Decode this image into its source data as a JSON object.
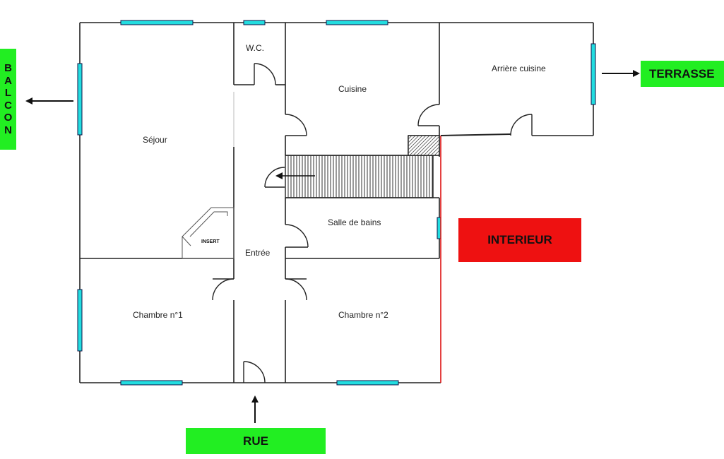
{
  "rooms": {
    "wc": "W.C.",
    "cuisine": "Cuisine",
    "arriere_cuisine": "Arrière cuisine",
    "sejour": "Séjour",
    "salle_de_bains": "Salle de bains",
    "entree": "Entrée",
    "chambre1": "Chambre n°1",
    "chambre2": "Chambre n°2",
    "insert": "INSERT"
  },
  "tags": {
    "balcon": [
      "B",
      "A",
      "L",
      "C",
      "O",
      "N"
    ],
    "terrasse": "TERRASSE",
    "rue": "RUE",
    "interieur": "INTERIEUR"
  },
  "colors": {
    "window": "#22dde0",
    "wall": "#222222",
    "exterior_tag": "#22ee22",
    "interior_tag": "#ee1111",
    "boundary": "#dd1111"
  }
}
